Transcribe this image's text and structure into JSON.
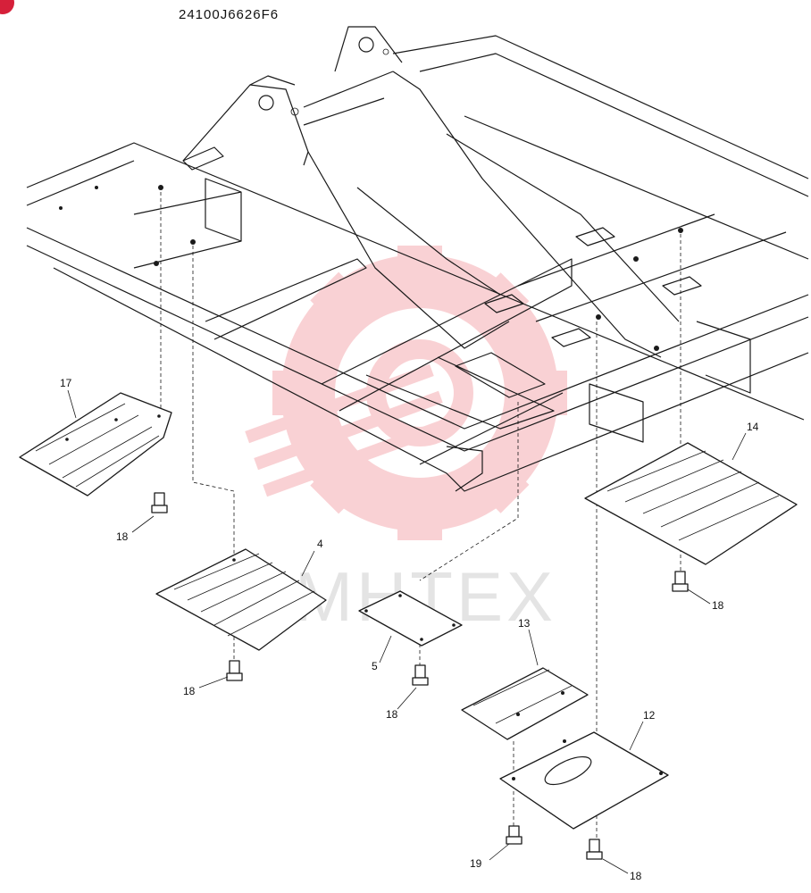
{
  "drawing": {
    "number": "24100J6626F6",
    "watermark": "MHTEX",
    "brand_color": "#d6203a"
  },
  "callouts": {
    "part_17": "17",
    "part_4": "4",
    "part_5": "5",
    "part_14": "14",
    "part_13": "13",
    "part_12": "12",
    "bolt_18_a": "18",
    "bolt_18_b": "18",
    "bolt_18_c": "18",
    "bolt_18_d": "18",
    "bolt_18_e": "18",
    "bolt_19": "19"
  }
}
